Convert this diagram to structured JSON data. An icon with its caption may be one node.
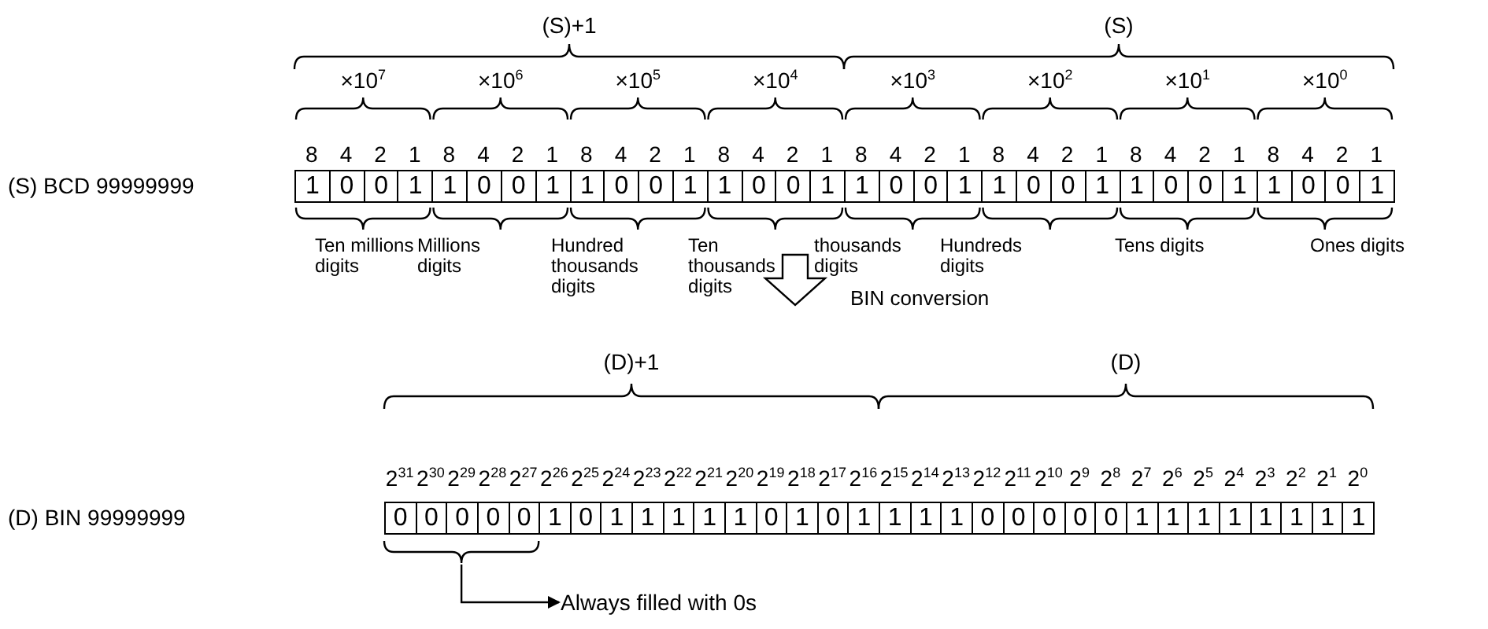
{
  "diagram": {
    "nodes": [
      {
        "text": [
          "Always filled with 0s"
        ]
      },
      {
        "text": [],
        "shape": "brace"
      }
    ],
    "edges": [
      {
        "from": 1,
        "to": 0,
        "arrow": "to"
      }
    ],
    "labels": [
      "(S)+1",
      "(S)",
      "×10$^{7}$",
      "×10$^{6}$",
      "×10$^{5}$",
      "×10$^{4}$",
      "×10$^{3}$",
      "×10$^{2}$",
      "×10$^{1}$",
      "×10$^{0}$",
      "8",
      "4",
      "2",
      "1",
      "8",
      "4",
      "2",
      "1",
      "8",
      "4",
      "2",
      "1",
      "8",
      "4",
      "2",
      "1",
      "8",
      "4",
      "2",
      "1",
      "8",
      "4",
      "2",
      "1",
      "8",
      "4",
      "2",
      "1",
      "8",
      "4",
      "2",
      "1",
      "(S) BCD 99999999",
      "1",
      "0",
      "0",
      "1",
      "1",
      "0",
      "0",
      "1",
      "1",
      "0",
      "0",
      "1",
      "1",
      "0",
      "0",
      "1",
      "1",
      "0",
      "0",
      "1",
      "1",
      "0",
      "0",
      "1",
      "1",
      "0",
      "0",
      "1",
      "1",
      "0",
      "0",
      "1",
      "Ten millions digits",
      "Millions digits",
      "Hundred thousands digits",
      "Ten thousands digits",
      "thousands digits",
      "Hundreds digits",
      "Tens digits",
      "Ones digits",
      "BIN conversion",
      "(D)+1",
      "(D)",
      "2$^{31}$",
      "2$^{30}$",
      "2$^{29}$",
      "2$^{28}$",
      "2$^{27}$",
      "2$^{26}$",
      "2$^{25}$",
      "2$^{24}$",
      "2$^{23}$",
      "2$^{22}$",
      "2$^{21}$",
      "2$^{20}$",
      "2$^{19}$",
      "2$^{18}$",
      "2$^{17}$",
      "2$^{16}$",
      "2$^{15}$",
      "2$^{14}$",
      "2$^{13}$",
      "2$^{12}$",
      "2$^{11}$",
      "2$^{10}$",
      "2$^{9}$",
      "2$^{8}$",
      "2$^{7}$",
      "2$^{6}$",
      "2$^{5}$",
      "2$^{4}$",
      "2$^{3}$",
      "2$^{2}$",
      "2$^{1}$",
      "2$^{0}$",
      "(D) BIN 99999999",
      "0",
      "0",
      "0",
      "0",
      "0",
      "1",
      "0",
      "1",
      "1",
      "1",
      "1",
      "1",
      "0",
      "1",
      "0",
      "1",
      "1",
      "1",
      "1",
      "0",
      "0",
      "0",
      "0",
      "0",
      "1",
      "1",
      "1",
      "1",
      "1",
      "1",
      "1",
      "1"
    ]
  }
}
